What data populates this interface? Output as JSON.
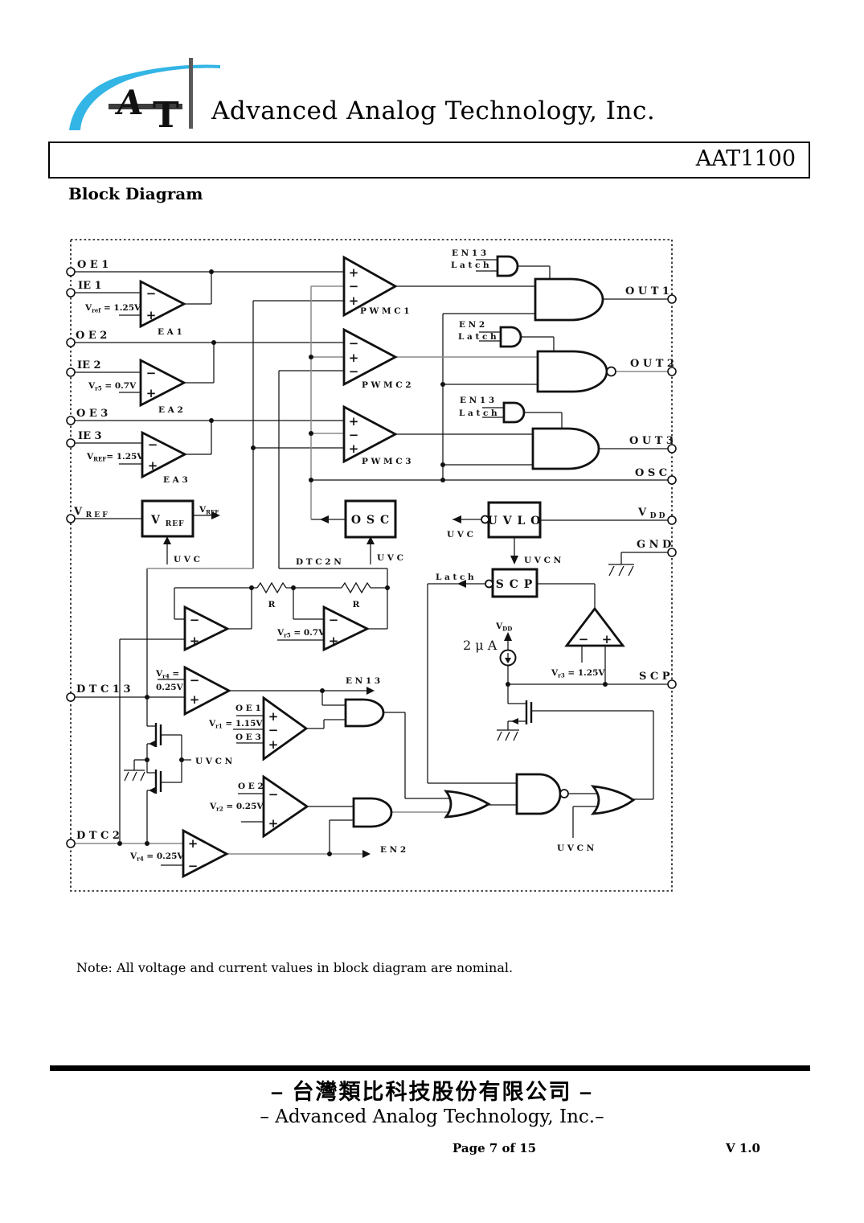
{
  "header": {
    "company_name": "Advanced Analog Technology, Inc.",
    "part_number": "AAT1100",
    "section_title": "Block Diagram",
    "logo": {
      "a": "A",
      "t": "T"
    }
  },
  "note": "Note: All voltage and current values in block diagram are nominal.",
  "footer": {
    "company_zh": "– 台灣類比科技股份有限公司 –",
    "company_en": "–  Advanced Analog Technology, Inc.–",
    "page_info": "Page 7 of 15",
    "version": "V 1.0"
  },
  "diagram": {
    "pin_labels": {
      "oe1": "O E 1",
      "ie1": "IE 1",
      "oe2": "O E 2",
      "ie2": "IE 2",
      "oe3": "O E 3",
      "ie3": "IE 3",
      "vref": {
        "pre": "V ",
        "sub": "R E F"
      },
      "dtc13": "D T C 1 3",
      "dtc2": "D T C 2",
      "out1": "O U T 1",
      "out2": "O U T 2",
      "out3": "O U T 3",
      "osc": "O S C",
      "vdd": {
        "pre": "V ",
        "sub": "D D"
      },
      "gnd": "G N D",
      "scp": "S C P"
    },
    "labels": {
      "plus": "+",
      "minus": "−",
      "ea1": "E A 1",
      "ea2": "E A 2",
      "ea3": "E A 3",
      "pwmc1": "P W M C 1",
      "pwmc2": "P W M C 2",
      "pwmc3": "P W M C 3",
      "en13": "E N 1 3",
      "en2": "E N 2",
      "latch": "L a t c h",
      "osc_box": "O S C",
      "uvlo_box": "U V L O",
      "scp_box": "S C P",
      "uvc": "U V C",
      "uvcn": "U V C N",
      "dtc2n": "D T C 2 N",
      "r": "R",
      "two_ua": "2 μ A",
      "oe1": "O E 1",
      "oe2": "O E 2",
      "oe3": "O E 3"
    },
    "sub": {
      "vref_ea1": {
        "pre": "V",
        "sub": "ref",
        "post": " = 1.25V"
      },
      "vr5": {
        "pre": "V",
        "sub": "r5",
        "post": " = 0.7V"
      },
      "vref_ea3": {
        "pre": "V",
        "sub": "REF",
        "post": "= 1.25V"
      },
      "vr4_eq": {
        "pre": "V",
        "sub": "r4",
        "post": " ="
      },
      "vr4_val": "0.25V",
      "vr1": {
        "pre": "V",
        "sub": "r1",
        "post": " = 1.15V"
      },
      "vr2": {
        "pre": "V",
        "sub": "r2",
        "post": " = 0.25V"
      },
      "vr4b": {
        "pre": "V",
        "sub": "r4",
        "post": " = 0.25V"
      },
      "vr3": {
        "pre": "V",
        "sub": "r3",
        "post": " = 1.25V"
      },
      "vdd": {
        "pre": "V",
        "sub": "DD"
      },
      "vref_out": {
        "pre": "V",
        "sub": "REF"
      },
      "vref_box": {
        "pre": "V  ",
        "sub": "REF"
      }
    }
  }
}
